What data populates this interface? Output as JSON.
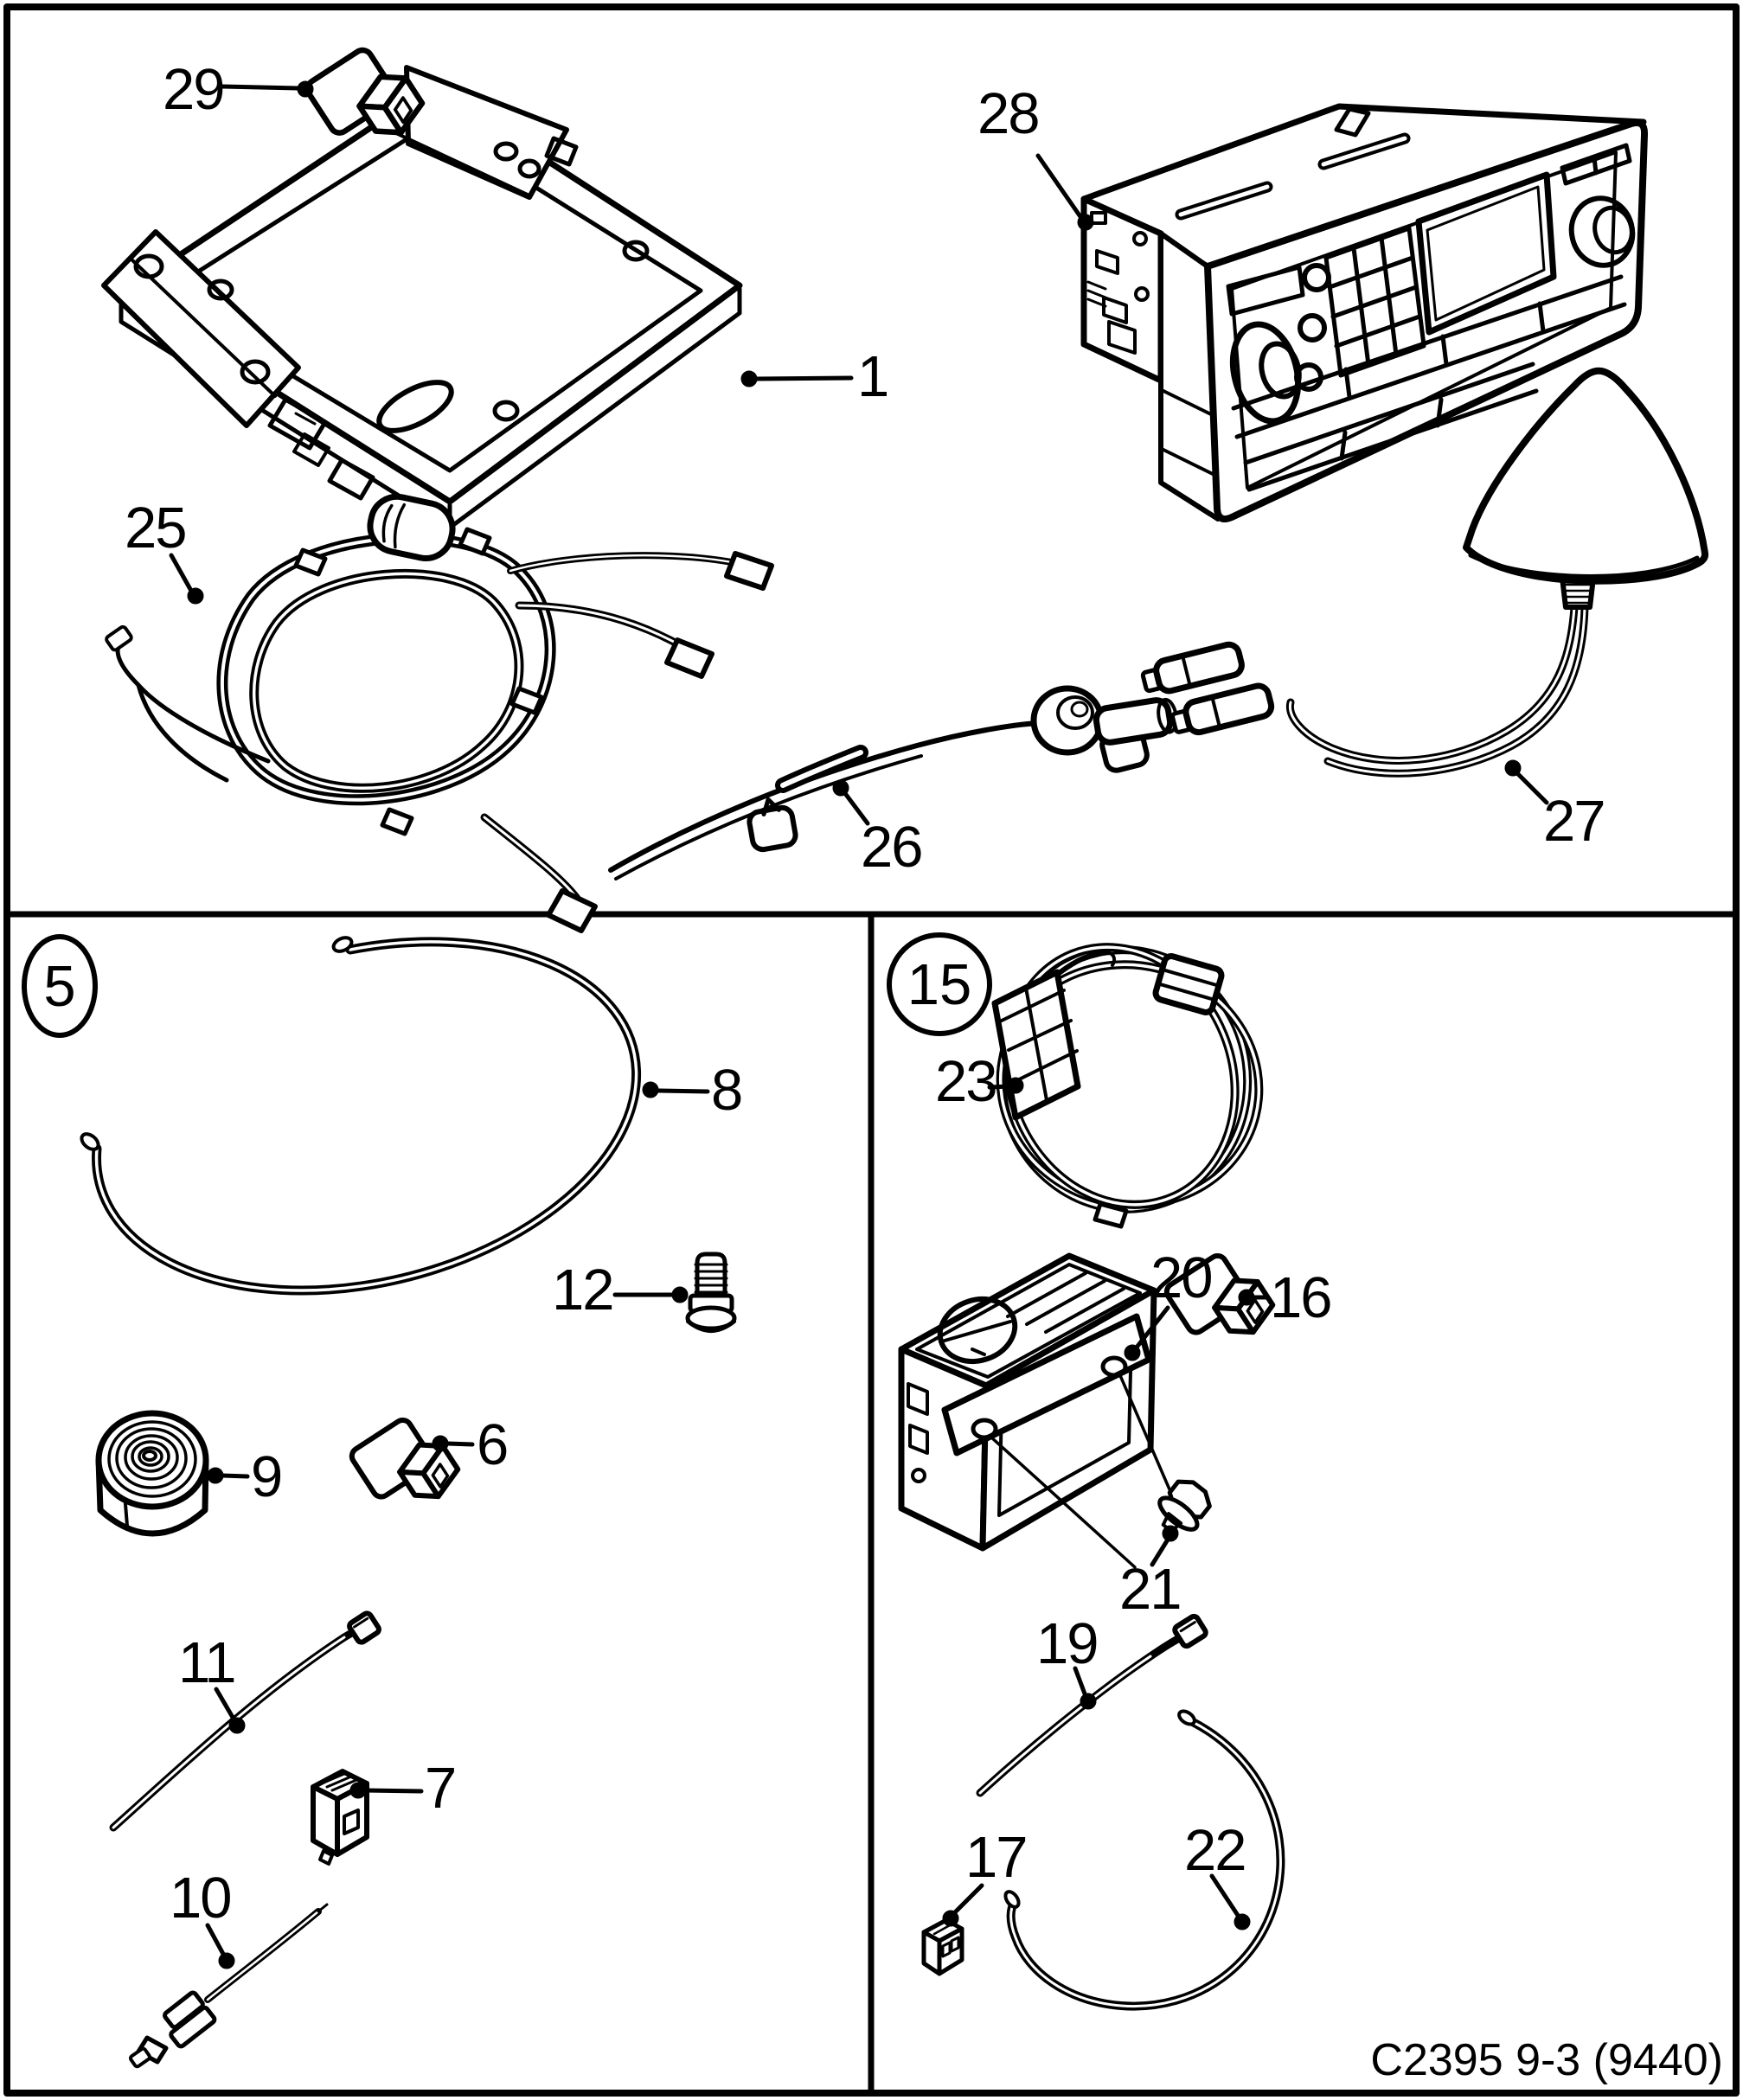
{
  "diagram_title": "parts-diagram",
  "footer": {
    "code": "C2395 9-3 (9440)"
  },
  "colors": {
    "line": "#000000",
    "background": "#ffffff"
  },
  "section_badges": {
    "s5": "5",
    "s15": "15"
  },
  "callouts": {
    "1": "1",
    "6": "6",
    "7": "7",
    "8": "8",
    "9": "9",
    "10": "10",
    "11": "11",
    "12": "12",
    "16": "16",
    "17": "17",
    "19": "19",
    "20": "20",
    "21": "21",
    "22": "22",
    "23": "23",
    "25": "25",
    "26": "26",
    "27": "27",
    "28": "28",
    "29": "29"
  }
}
